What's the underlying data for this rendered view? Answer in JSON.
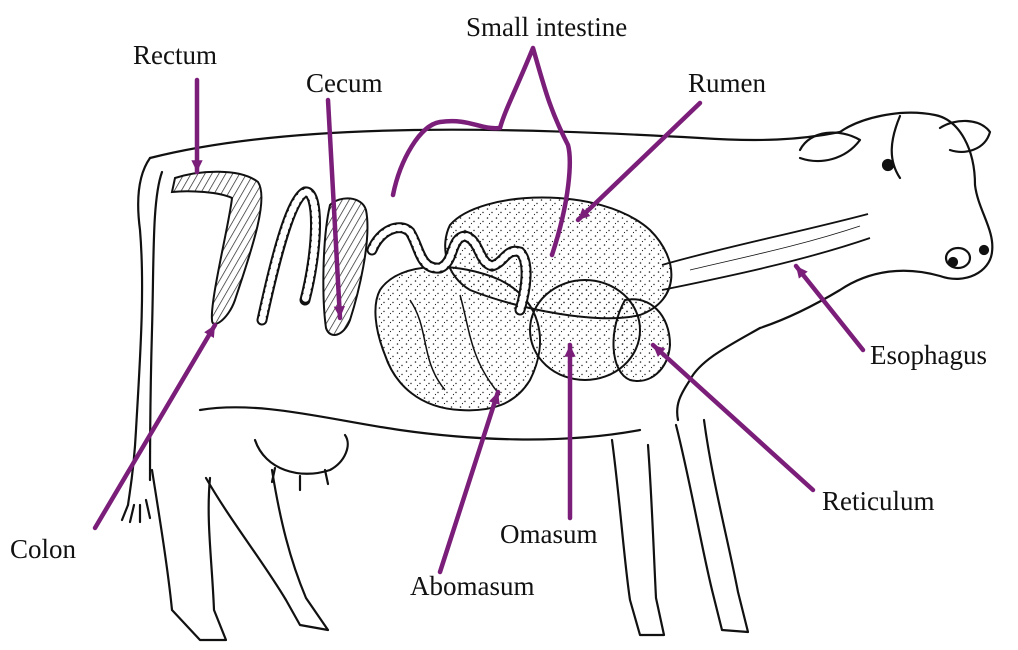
{
  "accent_color": "#7b1e7a",
  "labels": {
    "small_intestine": "Small intestine",
    "rectum": "Rectum",
    "cecum": "Cecum",
    "rumen": "Rumen",
    "esophagus": "Esophagus",
    "reticulum": "Reticulum",
    "omasum": "Omasum",
    "abomasum": "Abomasum",
    "colon": "Colon"
  }
}
